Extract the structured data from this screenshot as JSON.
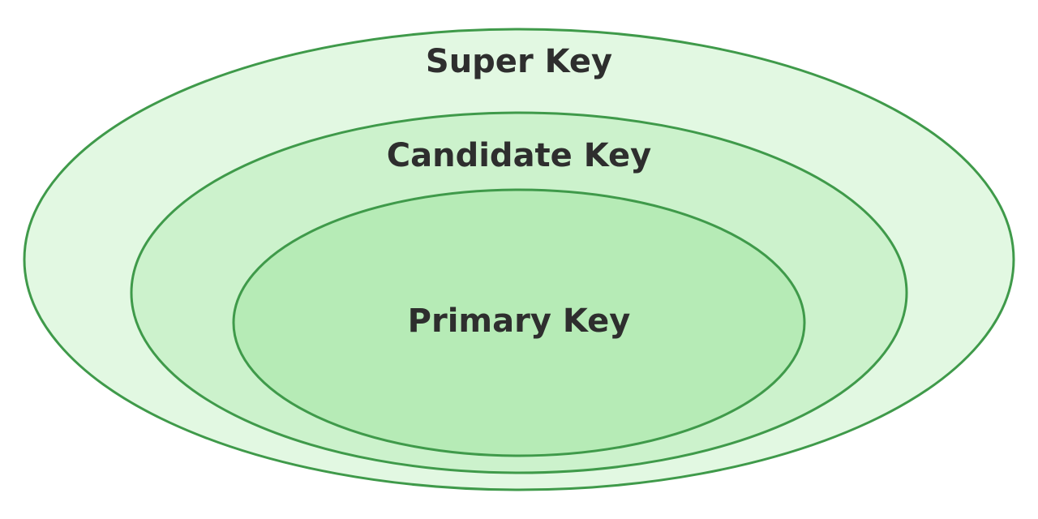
{
  "diagram": {
    "type": "nested-sets",
    "colors": {
      "outline": "#3f9a4a",
      "outer_fill": "#e2f8e2",
      "middle_fill": "#ccf2cc",
      "inner_fill": "#b6ebb6",
      "label": "#2e2e2e"
    },
    "sets": [
      {
        "level": "outer",
        "label": "Super Key"
      },
      {
        "level": "middle",
        "label": "Candidate Key"
      },
      {
        "level": "inner",
        "label": "Primary Key"
      }
    ]
  }
}
